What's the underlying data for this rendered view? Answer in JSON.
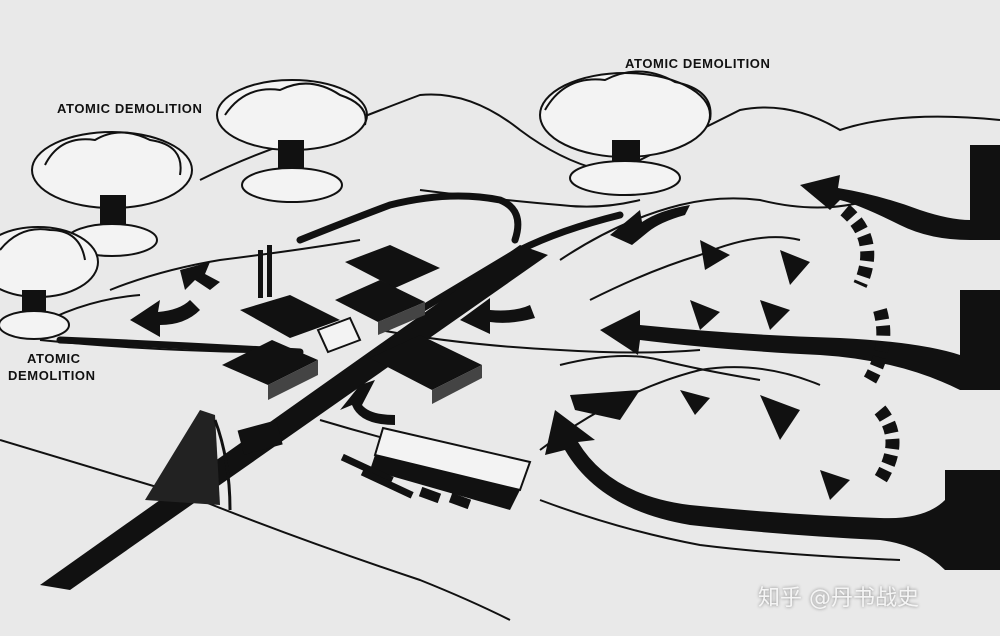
{
  "labels": {
    "top_left": "ATOMIC DEMOLITION",
    "top_right": "ATOMIC DEMOLITION",
    "left_line1": "ATOMIC",
    "left_line2": "DEMOLITION"
  },
  "watermark": "知乎 @丹书战史",
  "colors": {
    "background": "#e9e9e9",
    "ink": "#111111"
  }
}
